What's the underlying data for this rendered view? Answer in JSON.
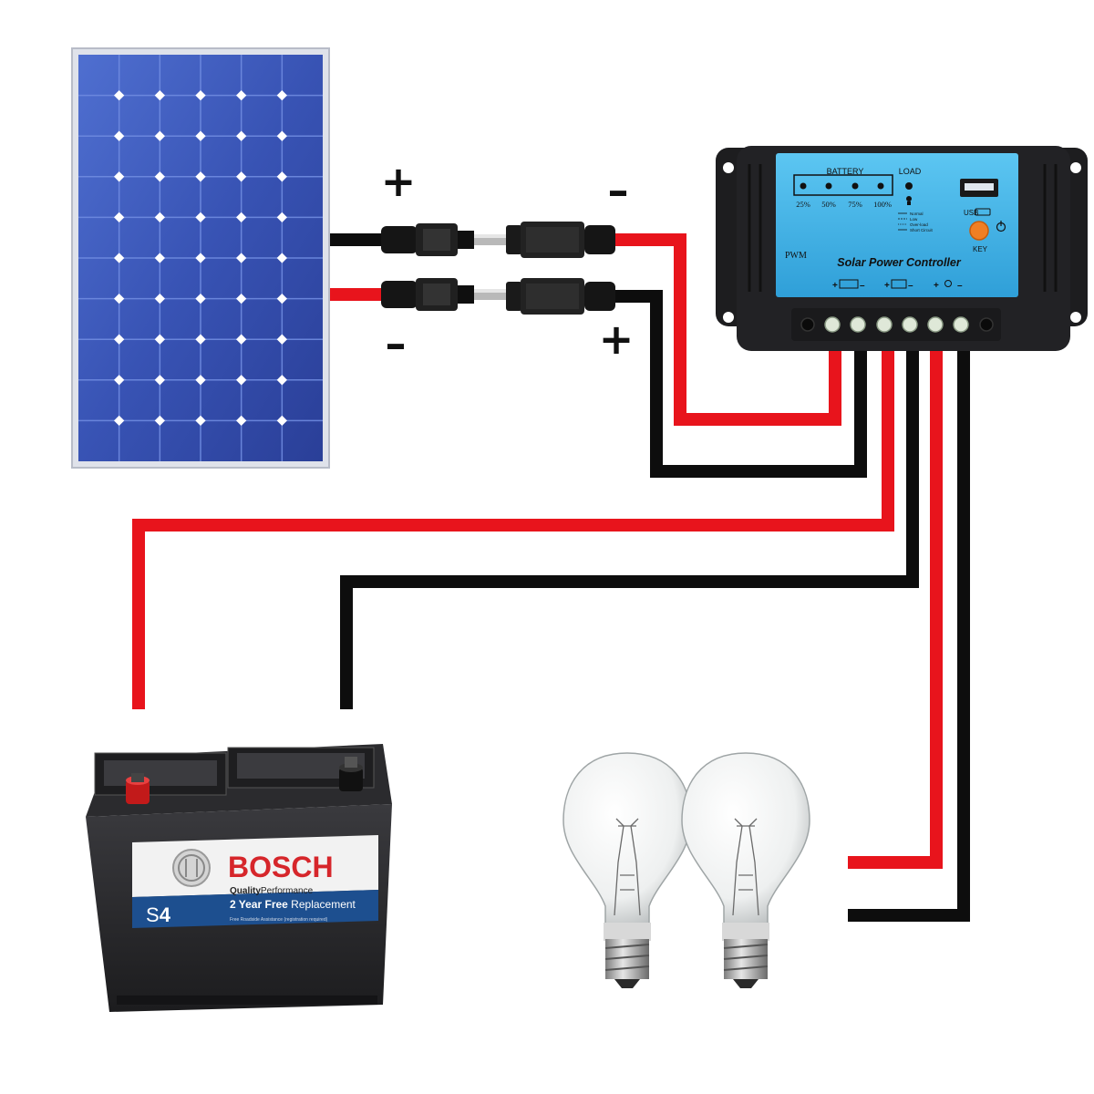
{
  "polarity": {
    "panel_top": "+",
    "panel_bottom": "–",
    "controller_top": "–",
    "controller_bottom": "+"
  },
  "controller": {
    "battery_label": "BATTERY",
    "load_label": "LOAD",
    "levels": [
      "25%",
      "50%",
      "75%",
      "100%"
    ],
    "usb_label": "USB",
    "key_label": "KEY",
    "pwm_label": "PWM",
    "title": "Solar Power Controller",
    "terminal_signs": [
      "+",
      "–",
      "+",
      "–",
      "+",
      "–"
    ],
    "status_lines": [
      "Normal",
      "Low",
      "Over-load",
      "Short Circuit"
    ]
  },
  "battery": {
    "brand": "BOSCH",
    "quality": "Quality",
    "performance": "Performance",
    "warranty_2": "2 Year ",
    "warranty_free": "Free",
    "warranty_rest": " Replacement",
    "model": "S",
    "model_num": "4",
    "fine_print": "Free Roadside Assistance (registration required)"
  },
  "colors": {
    "positive_wire": "#e8141c",
    "negative_wire": "#0d0d0d",
    "panel_blue": "#3a55b8",
    "controller_face": "#3fb0e4"
  }
}
